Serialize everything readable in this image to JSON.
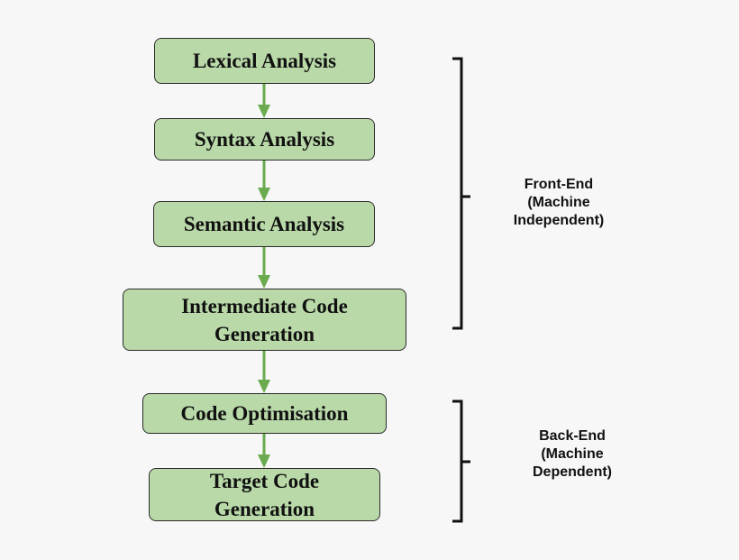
{
  "colors": {
    "background": "#f7f7f7",
    "box_fill": "#b9d9a8",
    "box_border": "#2b2b2b",
    "arrow": "#6aab4f",
    "bracket": "#111111"
  },
  "stages": [
    {
      "label": "Lexical Analysis"
    },
    {
      "label": "Syntax Analysis"
    },
    {
      "label": "Semantic Analysis"
    },
    {
      "label": "Intermediate Code Generation"
    },
    {
      "label": "Code Optimisation"
    },
    {
      "label": "Target Code Generation"
    }
  ],
  "groups": {
    "front_end": {
      "label": "Front-End\n(Machine\nIndependent)"
    },
    "back_end": {
      "label": "Back-End\n(Machine\nDependent)"
    }
  }
}
